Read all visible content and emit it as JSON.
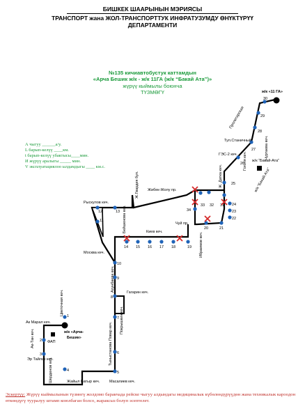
{
  "header": {
    "line1": "БИШКЕК ШААРЫНЫН МЭРИЯСЫ",
    "line2": "ТРАНСПОРТ жана ЖОЛ-ТРАНСПОРТТУК ИНФРАТУЗУМДУ ӨНҮКТҮРҮҮ",
    "line3": "ДЕПАРТАМЕНТИ"
  },
  "title": {
    "line1": "№135  кичиавтобустук каттамдын",
    "line2": "«Арча Бешик ж/к  - ж/к 11ГА (ж/к “Бакай Ата”)»",
    "line3": "жүрүү кыймылы боюнча",
    "line4": "ТҮЗМӨГҮ"
  },
  "info": [
    "А чыгуу ______а/у.",
    "L барып-келүү ____км.",
    "t барып-келүү убактысы____мин.",
    "И жүрүү аралыгы _____ мин.",
    "V эксплуатациялоо ылдамдыгы ____ км.с."
  ],
  "colors": {
    "route": "#000000",
    "stop": "#1f63b8",
    "blocked": "#d42a2a",
    "green": "#1a9a3a",
    "note": "#c0302a"
  },
  "streets": {
    "proletarskaya": "Пролетарская",
    "tup_stanichny": "Тул.Станичный",
    "ges2": "ГЭС-2 кеч.",
    "gogol": "Гоголя кеч.",
    "nurtaeva": "Нуртаева кеч.",
    "datka": "Ж. Датка кеч.",
    "zhibek_zholu": "Жибек-Жолу пр.",
    "ryskulov": "Рыскулов кеч.",
    "gvardiya": "Ж.Гвардия бул.",
    "beishenova": "Бейшенова кеч.",
    "chui": "Чуй пр.",
    "kiev": "Киев кеч.",
    "ibraimov": "Ибраимов кеч.",
    "moskva": "Москва кеч.",
    "akhunbaeva": "Ахунбаева кеч.",
    "gagarin": "Гагарин  кеч.",
    "pokryshkin": "Покрышкин кеч.",
    "tynystanov": "Тыныстанова Повар кеч.",
    "tsvetochnaya": "Цветочная кеч.",
    "ak_maral": "Ак Марал кеч.",
    "ak_tan": "Ак-Тан кеч.",
    "er_tailak": "Эр Тайлак кеч.",
    "sherdenov": "Шерденов кеч.",
    "zhaiyl_batyr": "Жайыл Батыр кеч.",
    "masaliev": "Масалиев  кеч."
  },
  "places": {
    "terminal_north": "ж/к «11 ГА»",
    "terminal_south_1": "ж/к «Арча-",
    "terminal_south_2": "Бешик»",
    "fap": "ФАП",
    "bakai_ata_top": "ж/к “Бакай-Ата”",
    "bakai_ata_rot": "ж/к “Бакай-Ата”"
  },
  "stops": [
    "1",
    "2",
    "3",
    "4",
    "5",
    "6",
    "7",
    "8",
    "9",
    "10",
    "11",
    "12",
    "13",
    "14",
    "15",
    "16",
    "17",
    "18",
    "19",
    "20",
    "21",
    "22",
    "23",
    "24",
    "25",
    "26",
    "27",
    "28",
    "29",
    "30",
    "31",
    "32",
    "33",
    "34"
  ],
  "footer": {
    "label": "Эскертүү:",
    "text": " Жүрүү кыймылынын түзмөгү жолдомо баракчада рейске чыгуу алдындагы медициналык күбөлөндүрүүдөн жана техникалык кароодон өткөндүгү тууралуу штамп коюлбаган болсо, жараксыз болуп эсептелет."
  }
}
